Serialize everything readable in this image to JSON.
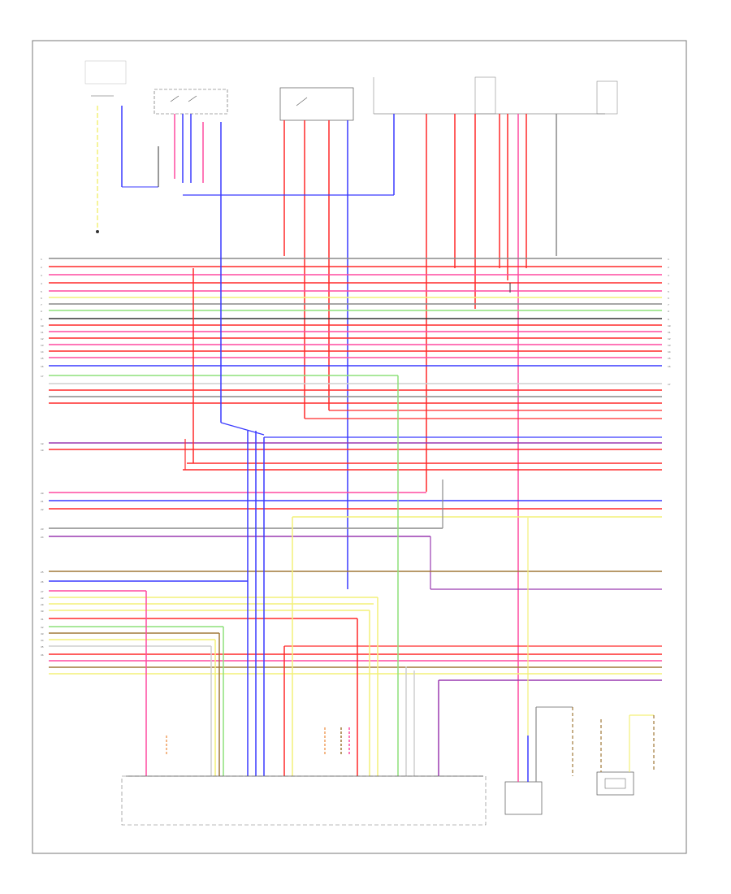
{
  "title": "",
  "footer_code": "",
  "wire_colors": {
    "red": "#ff2a2a",
    "pink": "#ff4aa0",
    "blue": "#3a3aff",
    "yellow": "#f4f078",
    "green": "#8ee07a",
    "grey": "#8a8a8a",
    "black": "#333333",
    "brown": "#a07838",
    "violet": "#9a3ab0",
    "orange": "#f0a060",
    "white": "#cfcfcf"
  },
  "labels": {
    "left_turn_component": "",
    "switch_assembly": "",
    "relay_unit": "",
    "fuse_block": "",
    "ground_note": "",
    "connector_a": "",
    "connector_b": "",
    "main_control_module": "",
    "right_module": "",
    "right_sensor": "",
    "right_unit": "",
    "right_ground": ""
  },
  "bus_left": {
    "group1": [
      "1",
      "2",
      "3",
      "4",
      "5",
      "6",
      "7",
      "8",
      "9",
      "10",
      "11",
      "12",
      "13",
      "14",
      "15",
      "16",
      "17"
    ],
    "group2": [
      "18",
      "19"
    ],
    "group3": [
      "20",
      "21",
      "22"
    ],
    "group4": [
      "23",
      "24"
    ],
    "group5": [
      "25",
      "26",
      "27",
      "28",
      "29",
      "30",
      "31",
      "32",
      "33",
      "34",
      "35",
      "36"
    ]
  },
  "bus_right": [
    "1",
    "2",
    "3",
    "4",
    "5",
    "6",
    "7",
    "8",
    "9",
    "10",
    "11",
    "12",
    "13",
    "14",
    "15",
    "16",
    "17"
  ]
}
